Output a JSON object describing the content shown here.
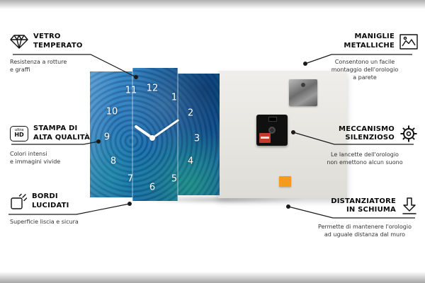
{
  "features": {
    "vetro": {
      "title": "VETRO\nTEMPERATO",
      "description": "Resistenza a rotture\ne graffi"
    },
    "stampa": {
      "title": "STAMPA DI\nALTA QUALITÀ",
      "description": "Colori intensi\ne immagini vivide"
    },
    "bordi": {
      "title": "BORDI\nLUCIDATI",
      "description": "Superficie liscia e sicura"
    },
    "maniglie": {
      "title": "MANIGLIE\nMETALLICHE",
      "description": "Consentono un facile\nmontaggio dell'orologio\na parete"
    },
    "meccanismo": {
      "title": "MECCANISMO\nSILENZIOSO",
      "description": "Le lancette dell'orologio\nnon emettono alcun suono"
    },
    "distanziatore": {
      "title": "DISTANZIATORE\nIN SCHIUMA",
      "description": "Permette di mantenere l'orologio\nad uguale distanza dal muro"
    }
  },
  "icons": {
    "ultra_hd": {
      "top": "ultra",
      "bottom": "HD"
    }
  },
  "clock": {
    "numbers": [
      "12",
      "1",
      "2",
      "3",
      "4",
      "5",
      "6",
      "7",
      "8",
      "9",
      "10",
      "11"
    ]
  },
  "colors": {
    "pattern_blue": "#1565a8",
    "pattern_teal": "#1abc9c",
    "foam_orange": "#f29b1d",
    "mechanism_black": "#111111",
    "battery_red": "#c23b2e",
    "connector_line": "#1a1a1a"
  }
}
